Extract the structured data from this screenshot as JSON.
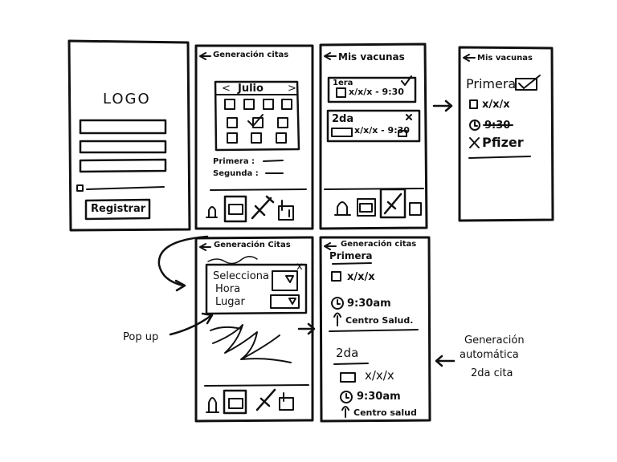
{
  "screen_login": {
    "logo": "LOGO",
    "register_button": "Registrar"
  },
  "screen_generacion": {
    "header": "Generación citas",
    "month": "Julio",
    "prev": "<",
    "next": ">",
    "primera_label": "Primera :",
    "segunda_label": "Segunda :"
  },
  "screen_mis_vacunas": {
    "header": "Mis vacunas",
    "card1_label": "1era",
    "card1_value": "x/x/x - 9:30",
    "card2_label": "2da",
    "card2_value": "x/x/x - 9:30"
  },
  "screen_mis_vacunas_detail": {
    "header": "Mis vacunas",
    "title": "Primera",
    "date": "x/x/x",
    "time": "9:30",
    "vaccine": "Pfizer"
  },
  "screen_popup": {
    "header": "Generación Citas",
    "line1": "Selecciona",
    "line2": "Hora",
    "line3": "Lugar",
    "close": "x"
  },
  "screen_generacion_result": {
    "header": "Generación citas",
    "primera_title": "Primera",
    "primera_date": "x/x/x",
    "primera_time": "9:30am",
    "primera_place": "Centro Salud.",
    "segunda_title": "2da",
    "segunda_date": "x/x/x",
    "segunda_time": "9:30am",
    "segunda_place": "Centro salud"
  },
  "annotations": {
    "popup_note": "Pop up",
    "auto_note_1": "Generación",
    "auto_note_2": "automática",
    "auto_note_3": "2da cita"
  }
}
